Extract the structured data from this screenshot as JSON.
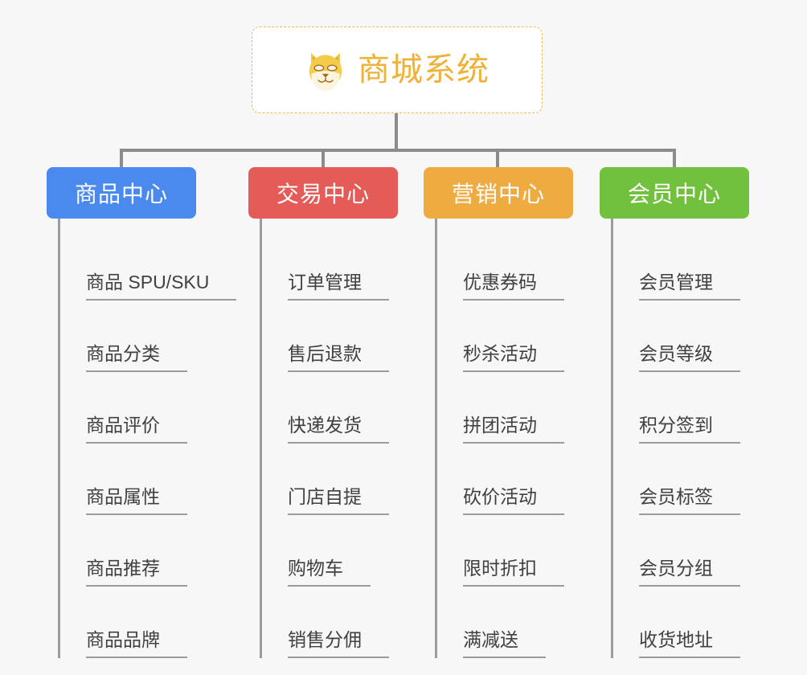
{
  "page": {
    "background_color": "#f7f7f7",
    "type": "mindmap",
    "line_color": "#8c8c8c"
  },
  "root": {
    "title": "商城系统",
    "icon": "shiba-dog-face-icon",
    "text_color": "#f0b138",
    "border_color": "#f0b95c",
    "background_color": "#ffffff"
  },
  "branches": [
    {
      "label": "商品中心",
      "color": "#4a89ed",
      "items": [
        "商品 SPU/SKU",
        "商品分类",
        "商品评价",
        "商品属性",
        "商品推荐",
        "商品品牌"
      ]
    },
    {
      "label": "交易中心",
      "color": "#e45b57",
      "items": [
        "订单管理",
        "售后退款",
        "快递发货",
        "门店自提",
        "购物车",
        "销售分佣"
      ]
    },
    {
      "label": "营销中心",
      "color": "#eeab42",
      "items": [
        "优惠券码",
        "秒杀活动",
        "拼团活动",
        "砍价活动",
        "限时折扣",
        "满减送"
      ]
    },
    {
      "label": "会员中心",
      "color": "#72c13e",
      "items": [
        "会员管理",
        "会员等级",
        "积分签到",
        "会员标签",
        "会员分组",
        "收货地址"
      ]
    }
  ]
}
